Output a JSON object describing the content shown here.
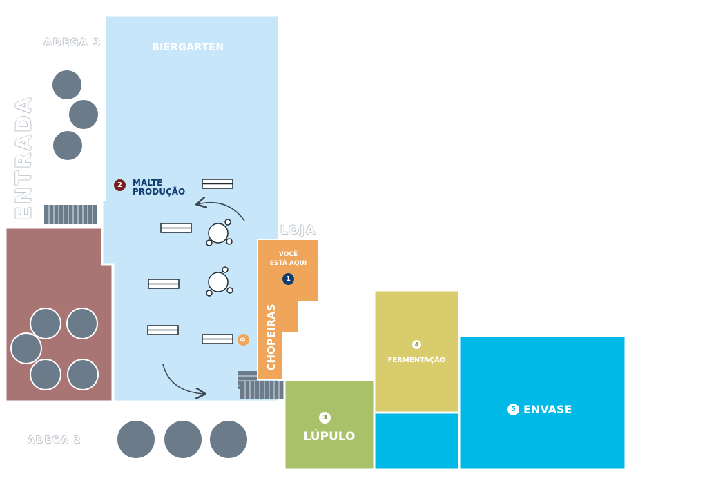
{
  "labels": {
    "adega3": "ADEGA 3",
    "adega2": "ADEGA 2",
    "entrada": "ENTRADA",
    "biergarten": "BIERGARTEN",
    "loja": "LOJA",
    "voce": "VOCÊ",
    "esta_aqui": "ESTÁ AQUI",
    "chopeiras": "CHOPEIRAS",
    "malte": "MALTE",
    "producao": "PRODUÇÃO",
    "fermentacao": "FERMENTAÇÃO",
    "lupulo": "LÚPULO",
    "envase": "ENVASE"
  },
  "numbers": {
    "voce_aqui": "1",
    "malte": "2",
    "lupulo": "3",
    "fermentacao": "4",
    "envase": "5",
    "chopeiras": "6"
  },
  "colors": {
    "biergarten": "#c8e6fa",
    "adega": "#a87474",
    "tank": "#6b7b8a",
    "loja": "#f0a65a",
    "fermentacao": "#d8cc6c",
    "lupulo": "#a9c26a",
    "envase": "#00b9e6",
    "navy": "#0f3d6e",
    "maroon": "#7a1f1f",
    "stairs": "#6b7b8a"
  }
}
